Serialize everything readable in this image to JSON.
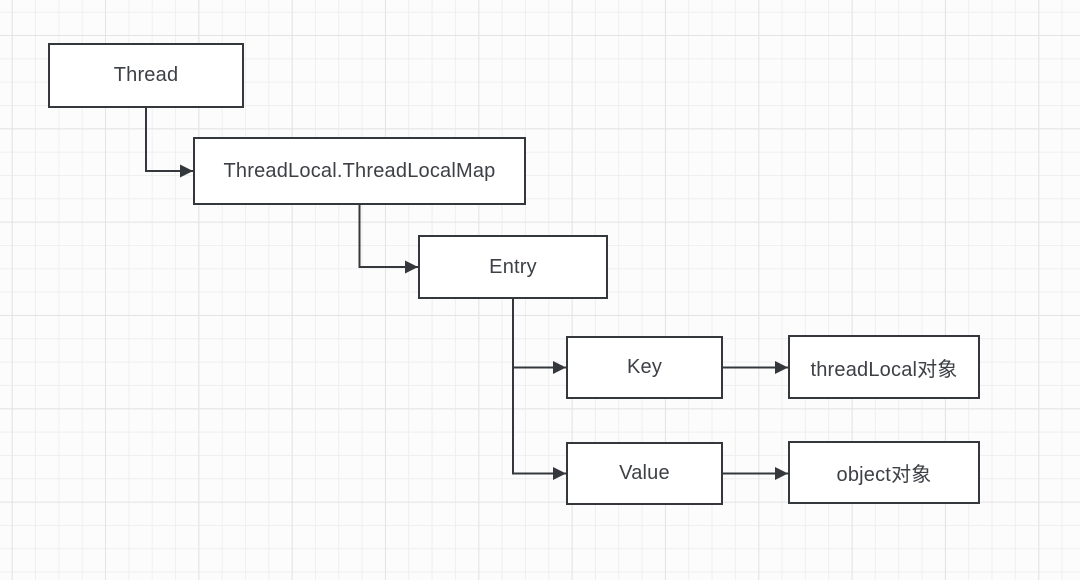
{
  "diagram": {
    "type": "flowchart",
    "nodes": [
      {
        "id": "thread",
        "label": "Thread"
      },
      {
        "id": "threadLocalMap",
        "label": "ThreadLocal.ThreadLocalMap"
      },
      {
        "id": "entry",
        "label": "Entry"
      },
      {
        "id": "key",
        "label": "Key"
      },
      {
        "id": "value",
        "label": "Value"
      },
      {
        "id": "threadLocalObject",
        "label": "threadLocal对象"
      },
      {
        "id": "objectObject",
        "label": "object对象"
      }
    ],
    "edges": [
      {
        "from": "thread",
        "to": "threadLocalMap"
      },
      {
        "from": "threadLocalMap",
        "to": "entry"
      },
      {
        "from": "entry",
        "to": "key"
      },
      {
        "from": "entry",
        "to": "value"
      },
      {
        "from": "key",
        "to": "threadLocalObject"
      },
      {
        "from": "value",
        "to": "objectObject"
      }
    ],
    "colors": {
      "canvas_background": "#fcfcfc",
      "grid_minor_line": "#efeff0",
      "grid_major_line": "#e4e4e6",
      "node_fill": "#ffffff",
      "node_border": "#34373c",
      "connector": "#34373c",
      "label_text": "#3d4045"
    }
  }
}
